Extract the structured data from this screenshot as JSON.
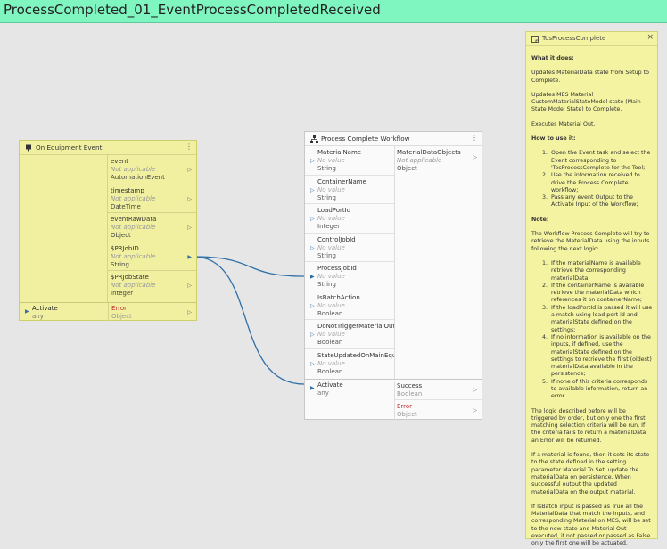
{
  "title": "ProcessCompleted_01_EventProcessCompletedReceived",
  "event_node": {
    "title": "On Equipment Event",
    "outputs": [
      {
        "name": "event",
        "value": "Not applicable",
        "type": "AutomationEvent"
      },
      {
        "name": "timestamp",
        "value": "Not applicable",
        "type": "DateTime"
      },
      {
        "name": "eventRawData",
        "value": "Not applicable",
        "type": "Object"
      },
      {
        "name": "$PRJobID",
        "value": "Not applicable",
        "type": "String"
      },
      {
        "name": "$PRJobState",
        "value": "Not applicable",
        "type": "Integer"
      }
    ],
    "activate": {
      "name": "Activate",
      "type": "any"
    },
    "error": {
      "name": "Error",
      "type": "Object"
    }
  },
  "workflow_node": {
    "title": "Process Complete Workflow",
    "inputs": [
      {
        "name": "MaterialName",
        "value": "No value",
        "type": "String"
      },
      {
        "name": "ContainerName",
        "value": "No value",
        "type": "String"
      },
      {
        "name": "LoadPortId",
        "value": "No value",
        "type": "Integer"
      },
      {
        "name": "ControlJobId",
        "value": "No value",
        "type": "String"
      },
      {
        "name": "ProcessJobId",
        "value": "No value",
        "type": "String"
      },
      {
        "name": "IsBatchAction",
        "value": "No value",
        "type": "Boolean"
      },
      {
        "name": "DoNotTriggerMaterialOut",
        "value": "No value",
        "type": "Boolean"
      },
      {
        "name": "StateUpdatedOnMainEqu...",
        "value": "No value",
        "type": "Boolean"
      }
    ],
    "outputs": [
      {
        "name": "MaterialDataObjects",
        "value": "Not applicable",
        "type": "Object"
      }
    ],
    "activate": {
      "name": "Activate",
      "type": "any"
    },
    "success": {
      "name": "Success",
      "type": "Boolean"
    },
    "error": {
      "name": "Error",
      "type": "Object"
    }
  },
  "note": {
    "title": "TosProcessComplete",
    "what_heading": "What it does:",
    "what_p1": "Updates MaterialData state from Setup to Complete.",
    "what_p2": "Updates MES Material CustomMaterialStateModel state (Main State Model State) to Complete.",
    "what_p3": "Executes Material Out.",
    "how_heading": "How to use it:",
    "how_steps": [
      "Open the Event task and select the Event corresponding to 'TosProcessComplete for the Tool;",
      "Use the information received to drive the Process Complete workflow;",
      "Pass any event Output to the Activate Input of the Workflow;"
    ],
    "note_heading": "Note:",
    "note_p1": "The Workflow Process Complete will try to retrieve the MaterialData using the inputs following the next logic:",
    "logic_steps": [
      "If the materialName is available retrieve the corresponding materialData;",
      "If the containerName is available retrieve the materialData which references it on containerName;",
      "If the loadPortId is passed it will use a match using load port id and materialState defined on the settings;",
      "If no information is available on the inputs, if defined, use the materialState defined on the settings to retrieve the first (oldest) materialData available in the persistence;",
      "If none of this criteria corresponds to available information, return an error."
    ],
    "note_p2": "The logic described before will be triggered by order, but only one the first matching selection criteria will be run. If the criteria fails to return a materialData an Error will be returned.",
    "note_p3": "If a material is found, then it sets its state to the state defined in the setting parameter Material To Set, update the materialData on persistence. When successful output the updated materialData on the output material.",
    "note_p4": "If IsBatch input is passed as True all the MaterialData that match the inputs, and corresponding Material on MES, will be set to the new state and Material Out executed, if not passed or passed as False only the first one will be actuated."
  }
}
